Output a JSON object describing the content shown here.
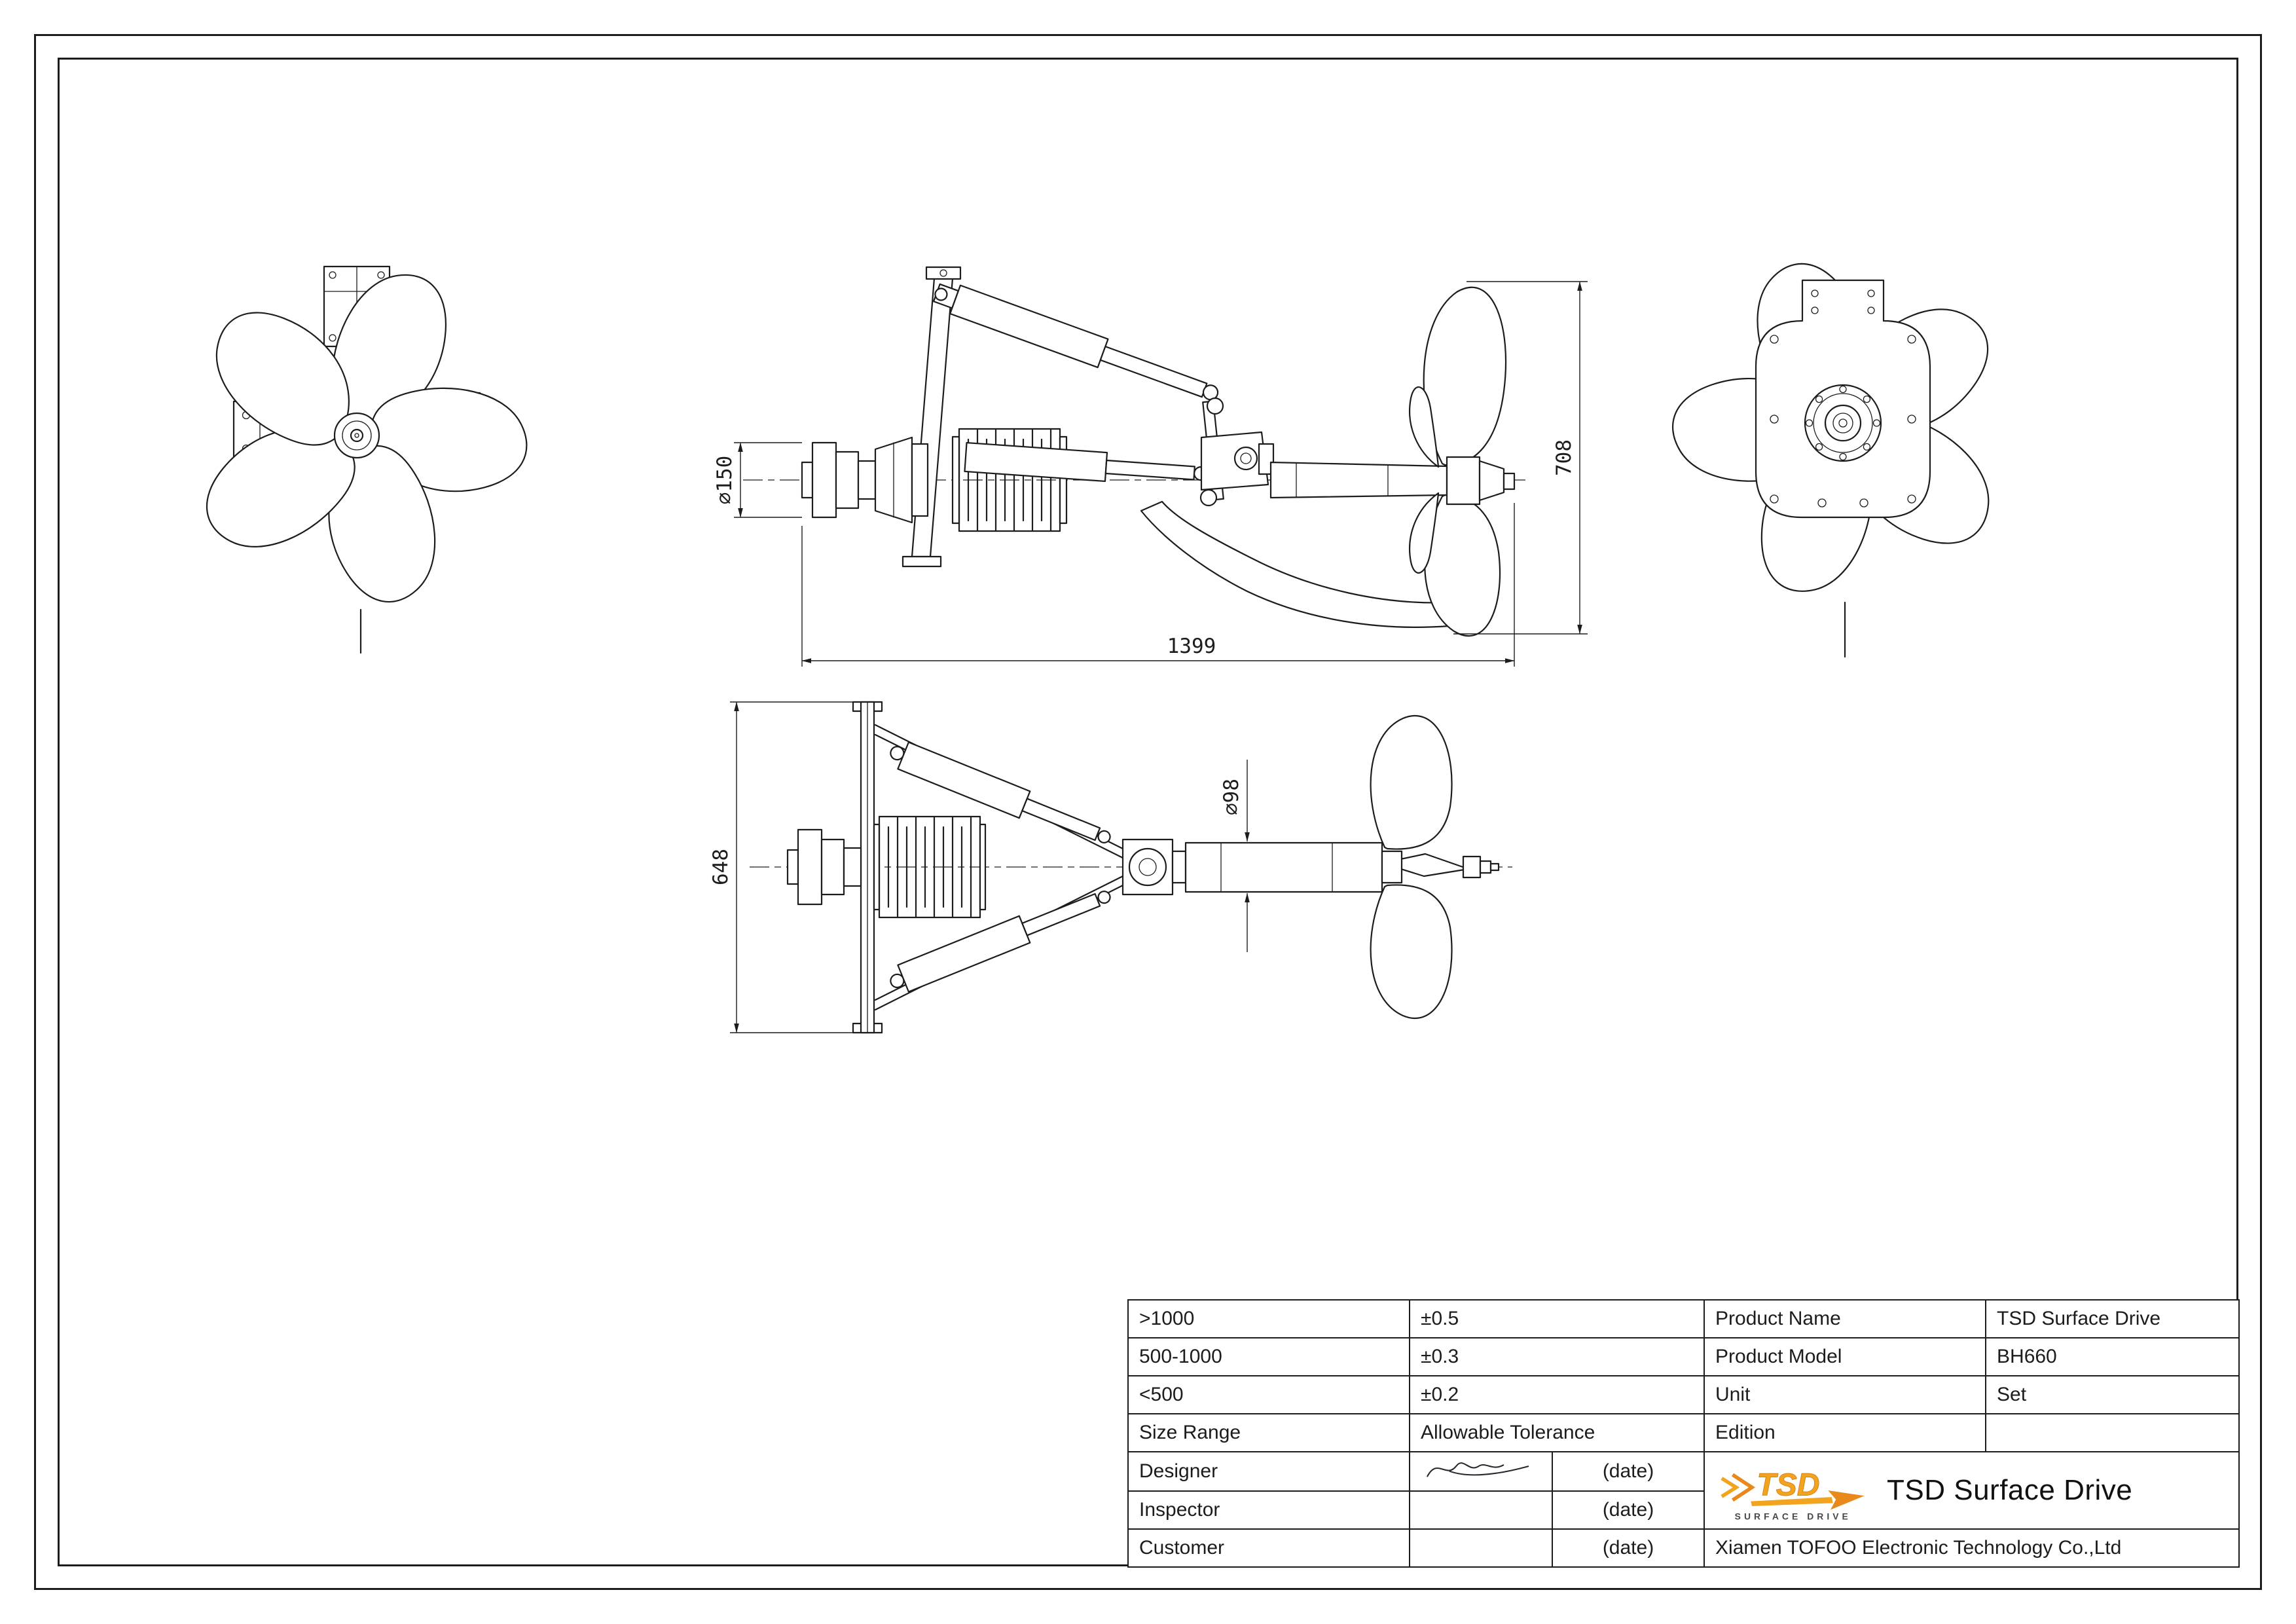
{
  "views": {
    "side": {
      "dim_shaft": "⌀150",
      "dim_height": "708",
      "dim_length": "1399"
    },
    "top": {
      "dim_width": "648",
      "dim_tube": "⌀98"
    }
  },
  "title_block": {
    "tolerances": [
      {
        "range": ">1000",
        "value": "±0.5"
      },
      {
        "range": "500-1000",
        "value": "±0.3"
      },
      {
        "range": "<500",
        "value": "±0.2"
      }
    ],
    "size_range_label": "Size Range",
    "tolerance_label": "Allowable Tolerance",
    "product": [
      {
        "label": "Product Name",
        "value": "TSD Surface Drive"
      },
      {
        "label": "Product Model",
        "value": "BH660"
      },
      {
        "label": "Unit",
        "value": "Set"
      },
      {
        "label": "Edition",
        "value": ""
      }
    ],
    "signoff": [
      {
        "label": "Designer",
        "date": "(date)"
      },
      {
        "label": "Inspector",
        "date": "(date)"
      },
      {
        "label": "Customer",
        "date": "(date)"
      }
    ]
  },
  "brand": {
    "logo_text": "TSD",
    "logo_sub": "SURFACE DRIVE",
    "title": "TSD Surface Drive",
    "company": "Xiamen TOFOO Electronic Technology Co.,Ltd",
    "accent": "#f2a41f"
  }
}
